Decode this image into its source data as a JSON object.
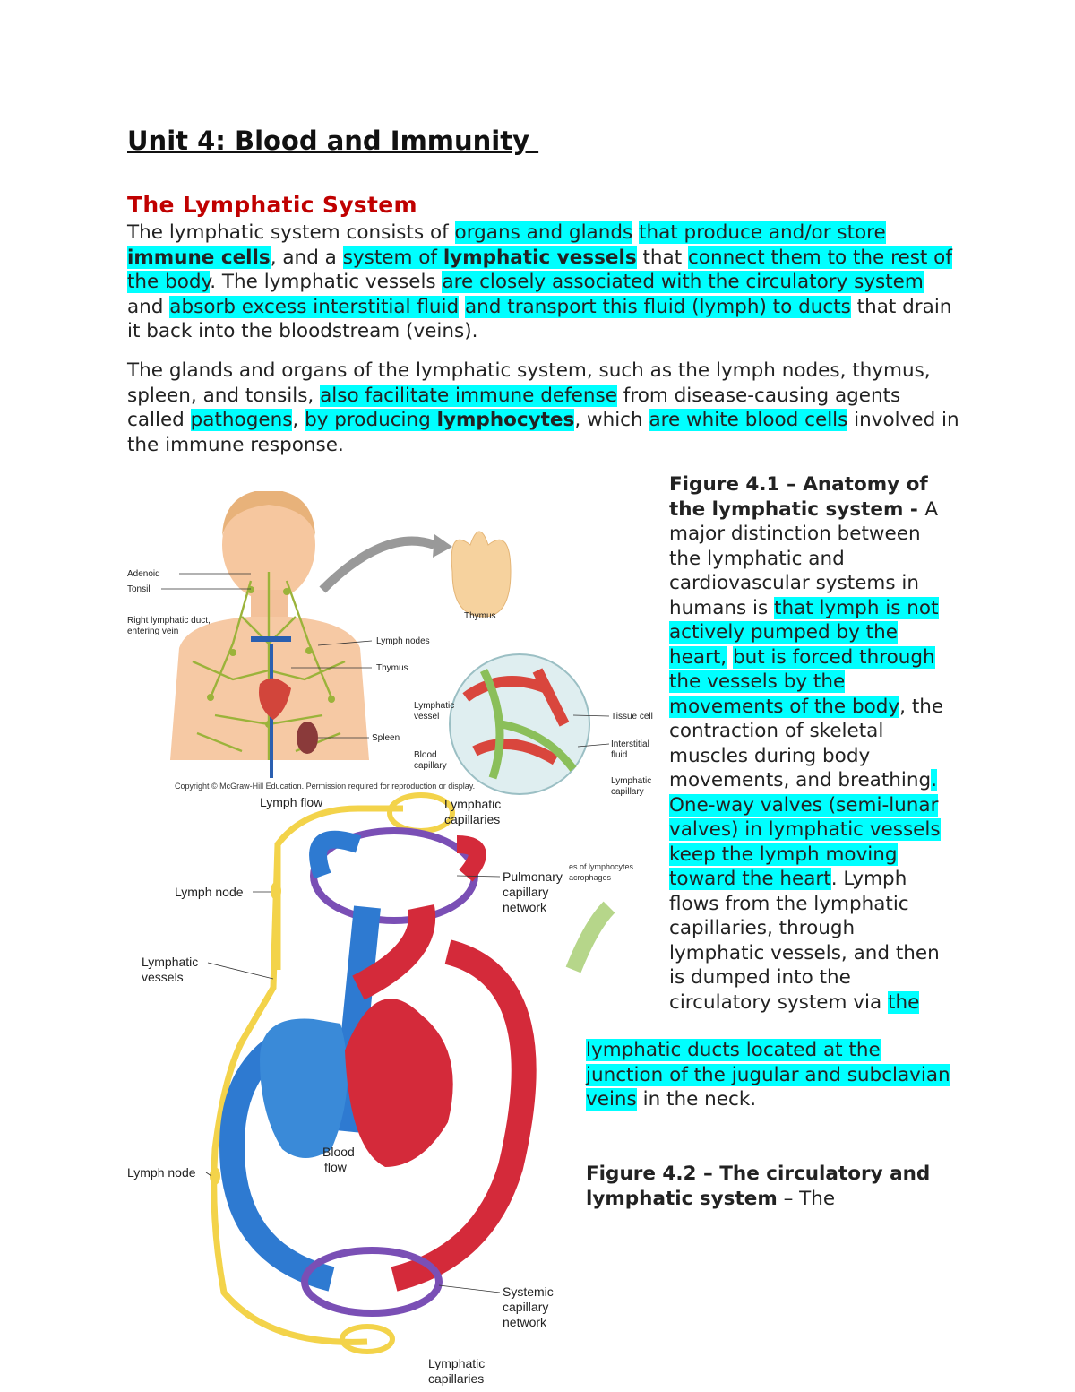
{
  "header": {
    "title": "Unit 4: Blood and Immunity "
  },
  "section": {
    "title": "The Lymphatic System"
  },
  "para1": {
    "s1": "The lymphatic system consists of ",
    "h1": "organs and glands",
    "s2": " ",
    "h2": "that produce and/or store ",
    "h2b": "immune cells",
    "s3": ", and a ",
    "h3": "system of ",
    "h3b": "lymphatic vessels",
    "s4": " that ",
    "h4": "connect them to the rest of the body",
    "s5": ". The lymphatic vessels ",
    "h5": "are closely associated with the circulatory system",
    "s6": " and ",
    "h6": "absorb excess interstitial fluid",
    "s7": " ",
    "h7": "and transport this fluid (lymph) to ducts",
    "s8": " that drain it back into the bloodstream (veins)."
  },
  "para2": {
    "s1": "The glands and organs of the lymphatic system, such as the lymph nodes, thymus, spleen, and tonsils, ",
    "h1": "also facilitate immune defense",
    "s2": " from disease-causing agents called ",
    "h2": "pathogens",
    "s3": ", ",
    "h3": "by producing ",
    "h3b": "lymphocytes",
    "s4": ", which ",
    "h4": "are white blood cells",
    "s5": " involved in the immune response."
  },
  "figure1": {
    "caption_bold": "Figure 4.1 – Anatomy of the lymphatic system",
    "caption_dash": " - ",
    "c1": "A major distinction between the lymphatic and cardiovascular systems in humans is ",
    "h1": "that lymph is not actively pumped by the heart,",
    "c2": " ",
    "h2": "but is forced through the vessels by the movements of the body",
    "c3": ", the contraction of skeletal muscles during body movements, and breathing",
    "h3": ". One-way valves (semi-lunar valves) in lymphatic vessels keep the lymph moving toward the heart",
    "c4": ". Lymph flows from the lymphatic capillaries, through lymphatic vessels, and then is dumped into the circulatory system via ",
    "h4a": "the",
    "h4b": "lymphatic ducts located at the junction of the jugular and subclavian veins",
    "c5": " in the neck.",
    "labels": {
      "adenoid": "Adenoid",
      "tonsil": "Tonsil",
      "right_duct_1": "Right lymphatic duct,",
      "right_duct_2": "entering vein",
      "lymph_nodes": "Lymph nodes",
      "thymus": "Thymus",
      "thymus_inset": "Thymus",
      "spleen": "Spleen",
      "lymphatic_vessel_1": "Lymphatic",
      "lymphatic_vessel_2": "vessel",
      "blood_capillary_1": "Blood",
      "blood_capillary_2": "capillary",
      "tissue_cell": "Tissue cell",
      "interstitial_1": "Interstitial",
      "interstitial_2": "fluid",
      "lymphatic_capillary_1": "Lymphatic",
      "lymphatic_capillary_2": "capillary",
      "copyright": "Copyright © McGraw-Hill Education. Permission required for reproduction or display.",
      "partial_1": "es of lymphocytes",
      "partial_2": "acrophages"
    }
  },
  "figure2": {
    "caption_bold": "Figure 4.2 – The circulatory and lymphatic system",
    "caption_rest": " – The",
    "labels": {
      "lymph_flow": "Lymph flow",
      "lymphatic_capillaries_top_1": "Lymphatic",
      "lymphatic_capillaries_top_2": "capillaries",
      "pulmonary_1": "Pulmonary",
      "pulmonary_2": "capillary",
      "pulmonary_3": "network",
      "lymph_node_upper": "Lymph node",
      "lymphatic_vessels_1": "Lymphatic",
      "lymphatic_vessels_2": "vessels",
      "blood_flow_1": "Blood",
      "blood_flow_2": "flow",
      "lymph_node_lower": "Lymph node",
      "systemic_1": "Systemic",
      "systemic_2": "capillary",
      "systemic_3": "network",
      "lymphatic_capillaries_bottom_1": "Lymphatic",
      "lymphatic_capillaries_bottom_2": "capillaries"
    }
  },
  "colors": {
    "highlight": "#00ffff",
    "section_title": "#c00000",
    "lymph": "#f5d442",
    "vein": "#2e7ad1",
    "artery": "#d42a3a"
  }
}
